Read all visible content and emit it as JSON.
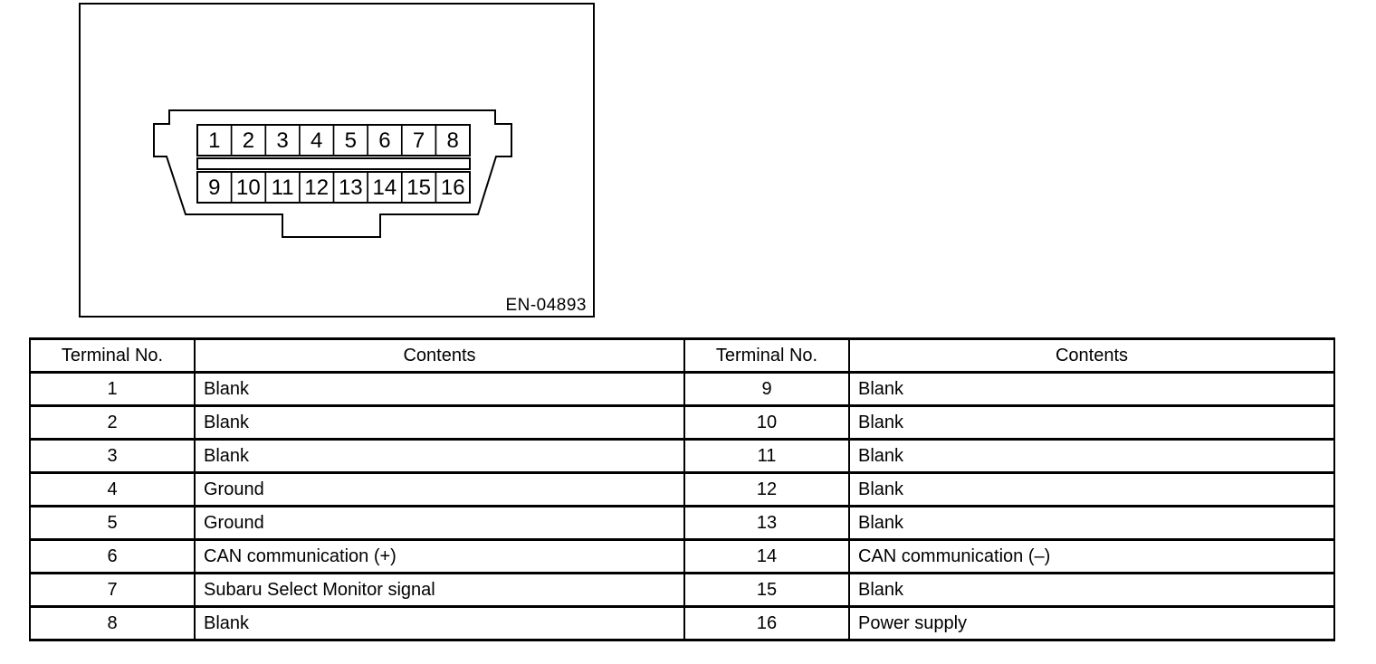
{
  "figure": {
    "code": "EN-04893",
    "connector": {
      "pins_top": [
        "1",
        "2",
        "3",
        "4",
        "5",
        "6",
        "7",
        "8"
      ],
      "pins_bottom": [
        "9",
        "10",
        "11",
        "12",
        "13",
        "14",
        "15",
        "16"
      ]
    }
  },
  "table": {
    "headers": [
      "Terminal No.",
      "Contents",
      "Terminal No.",
      "Contents"
    ],
    "rows": [
      [
        "1",
        "Blank",
        "9",
        "Blank"
      ],
      [
        "2",
        "Blank",
        "10",
        "Blank"
      ],
      [
        "3",
        "Blank",
        "11",
        "Blank"
      ],
      [
        "4",
        "Ground",
        "12",
        "Blank"
      ],
      [
        "5",
        "Ground",
        "13",
        "Blank"
      ],
      [
        "6",
        "CAN communication (+)",
        "14",
        "CAN communication (–)"
      ],
      [
        "7",
        "Subaru Select Monitor signal",
        "15",
        "Blank"
      ],
      [
        "8",
        "Blank",
        "16",
        "Power supply"
      ]
    ]
  }
}
